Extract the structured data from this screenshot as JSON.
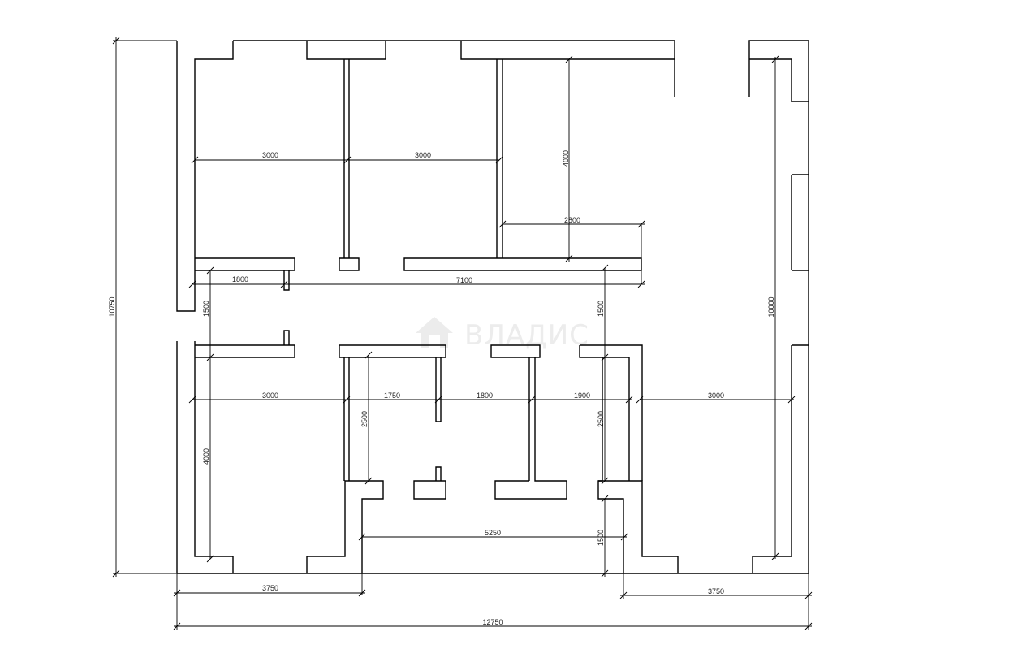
{
  "watermark": {
    "text": "ВЛАДИС",
    "icon": "house-logo-icon"
  },
  "dimensions": [
    "3000",
    "3000",
    "4000",
    "2800",
    "1800",
    "7100",
    "1500",
    "1500",
    "3000",
    "1750",
    "1800",
    "1900",
    "3000",
    "2500",
    "2500",
    "4000",
    "5250",
    "1500",
    "3750",
    "3750",
    "12750",
    "10750",
    "10000"
  ]
}
